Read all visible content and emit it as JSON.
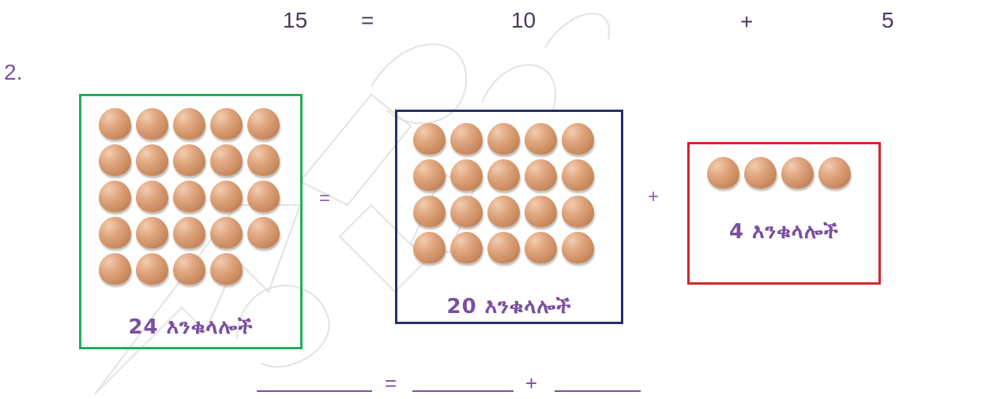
{
  "top_equation": {
    "total": "15",
    "equals": "=",
    "part_a": "10",
    "plus": "+",
    "part_b": "5"
  },
  "question_number": "2.",
  "groups": {
    "whole": {
      "count": 24,
      "caption": "24 እንቁላሎች",
      "border_color": "#1fae5b"
    },
    "part_a": {
      "count": 20,
      "caption": "20 እንቁላሎች",
      "border_color": "#23306b"
    },
    "part_b": {
      "count": 4,
      "caption": "4 እንቁላሎች",
      "border_color": "#d0282e"
    }
  },
  "operators": {
    "equals": "=",
    "plus": "+"
  },
  "answer_line": {
    "equals": "=",
    "plus": "+"
  },
  "accent_color": "#7a4fa0"
}
